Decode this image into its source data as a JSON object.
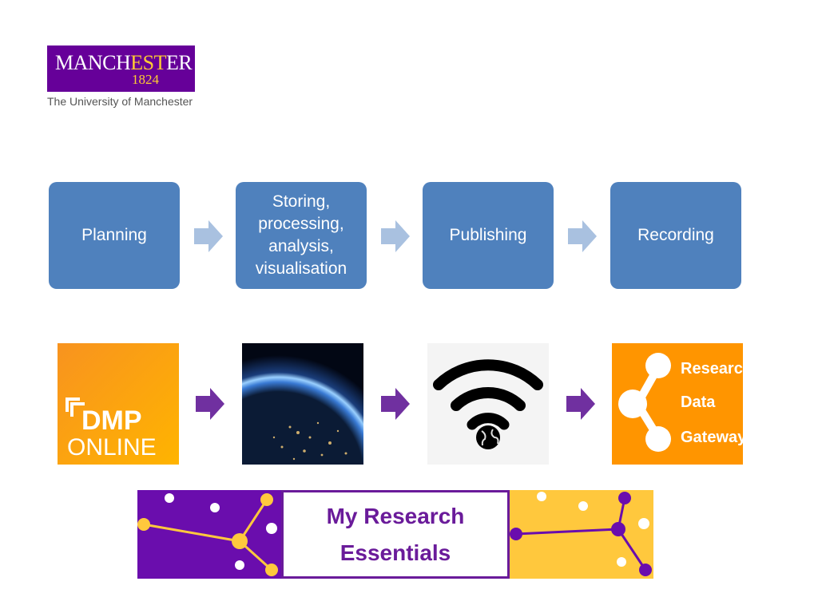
{
  "logo": {
    "word_part1": "MANCH",
    "word_part2": "EST",
    "word_part3": "ER",
    "year": "1824",
    "subtitle": "The University of Manchester"
  },
  "steps": [
    {
      "label": "Planning"
    },
    {
      "label": "Storing, processing, analysis, visualisation"
    },
    {
      "label": "Publishing"
    },
    {
      "label": "Recording"
    }
  ],
  "tiles": {
    "dmp": {
      "line1": "DMP",
      "line2": "ONLINE"
    },
    "gateway": {
      "line1": "Research",
      "line2": "Data",
      "line3": "Gateway"
    }
  },
  "banner": {
    "line1": "My Research",
    "line2": "Essentials"
  },
  "colors": {
    "step_blue": "#4F81BD",
    "arrow_light": "#A9C1E0",
    "arrow_purple": "#7030A0",
    "uom_purple": "#660099",
    "uom_gold": "#FFCC33",
    "tile_orange": "#FF9500"
  },
  "icons": [
    "right-arrow-icon",
    "wifi-globe-icon",
    "share-icon"
  ]
}
